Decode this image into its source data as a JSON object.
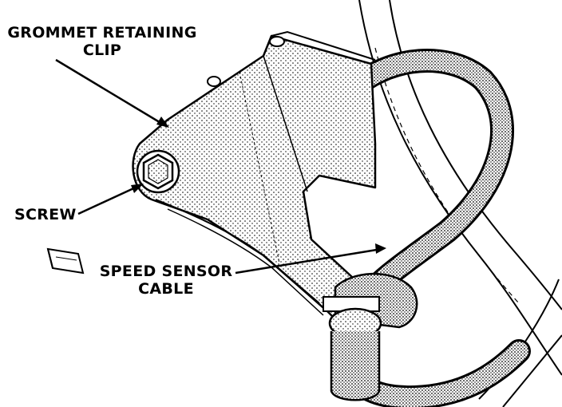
{
  "labels": {
    "grommet_line1": "GROMMET RETAINING",
    "grommet_line2": "CLIP",
    "screw": "SCREW",
    "speed_line1": "SPEED SENSOR",
    "speed_line2": "CABLE"
  },
  "colors": {
    "ink": "#000000",
    "paper": "#ffffff"
  }
}
